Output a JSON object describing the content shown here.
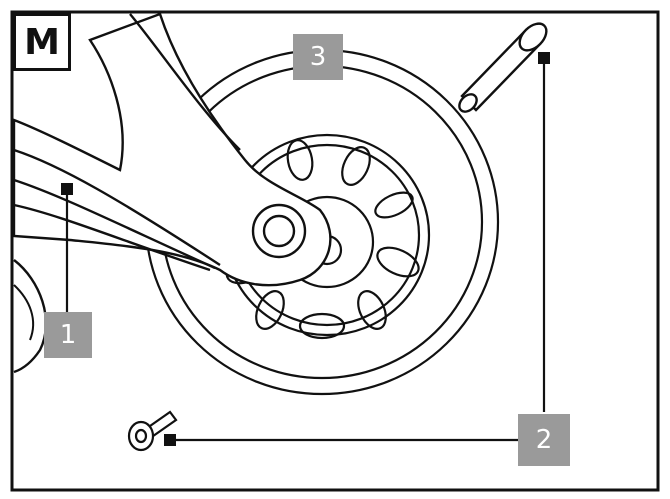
{
  "diagram": {
    "step_label": "M",
    "callouts": [
      {
        "id": "1",
        "label": "1"
      },
      {
        "id": "2",
        "label": "2"
      },
      {
        "id": "3",
        "label": "3"
      }
    ],
    "colors": {
      "line": "#111111",
      "callout_bg": "#9a9a9a",
      "callout_text": "#ffffff",
      "background": "#ffffff"
    }
  }
}
